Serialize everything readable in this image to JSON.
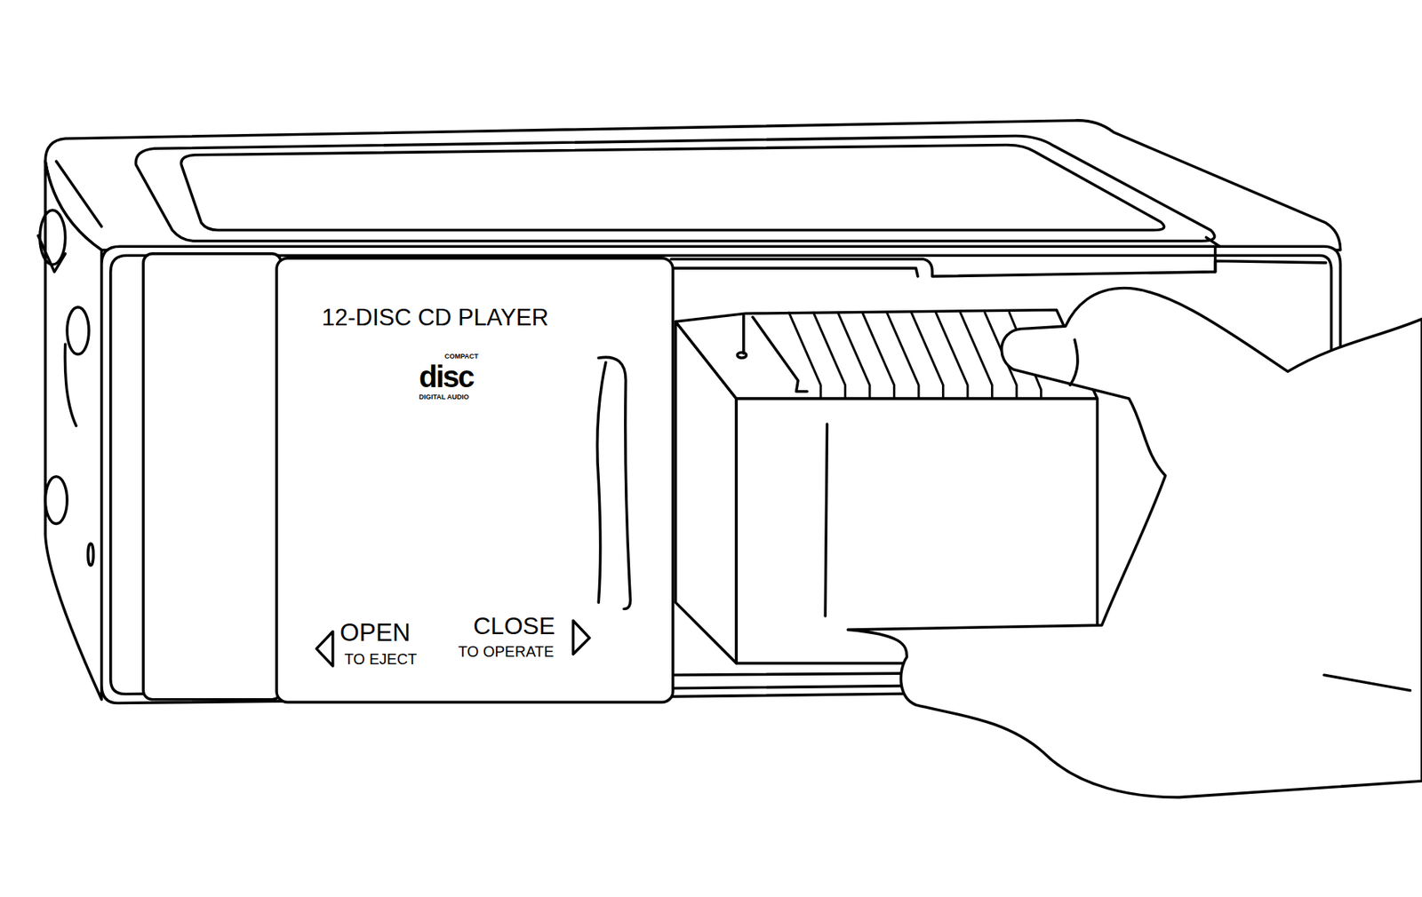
{
  "diagram": {
    "labels": [
      "12-DISC CD PLAYER",
      "COMPACT",
      "disc",
      "DIGITAL AUDIO",
      "OPEN",
      "TO EJECT",
      "CLOSE",
      "TO OPERATE"
    ]
  }
}
